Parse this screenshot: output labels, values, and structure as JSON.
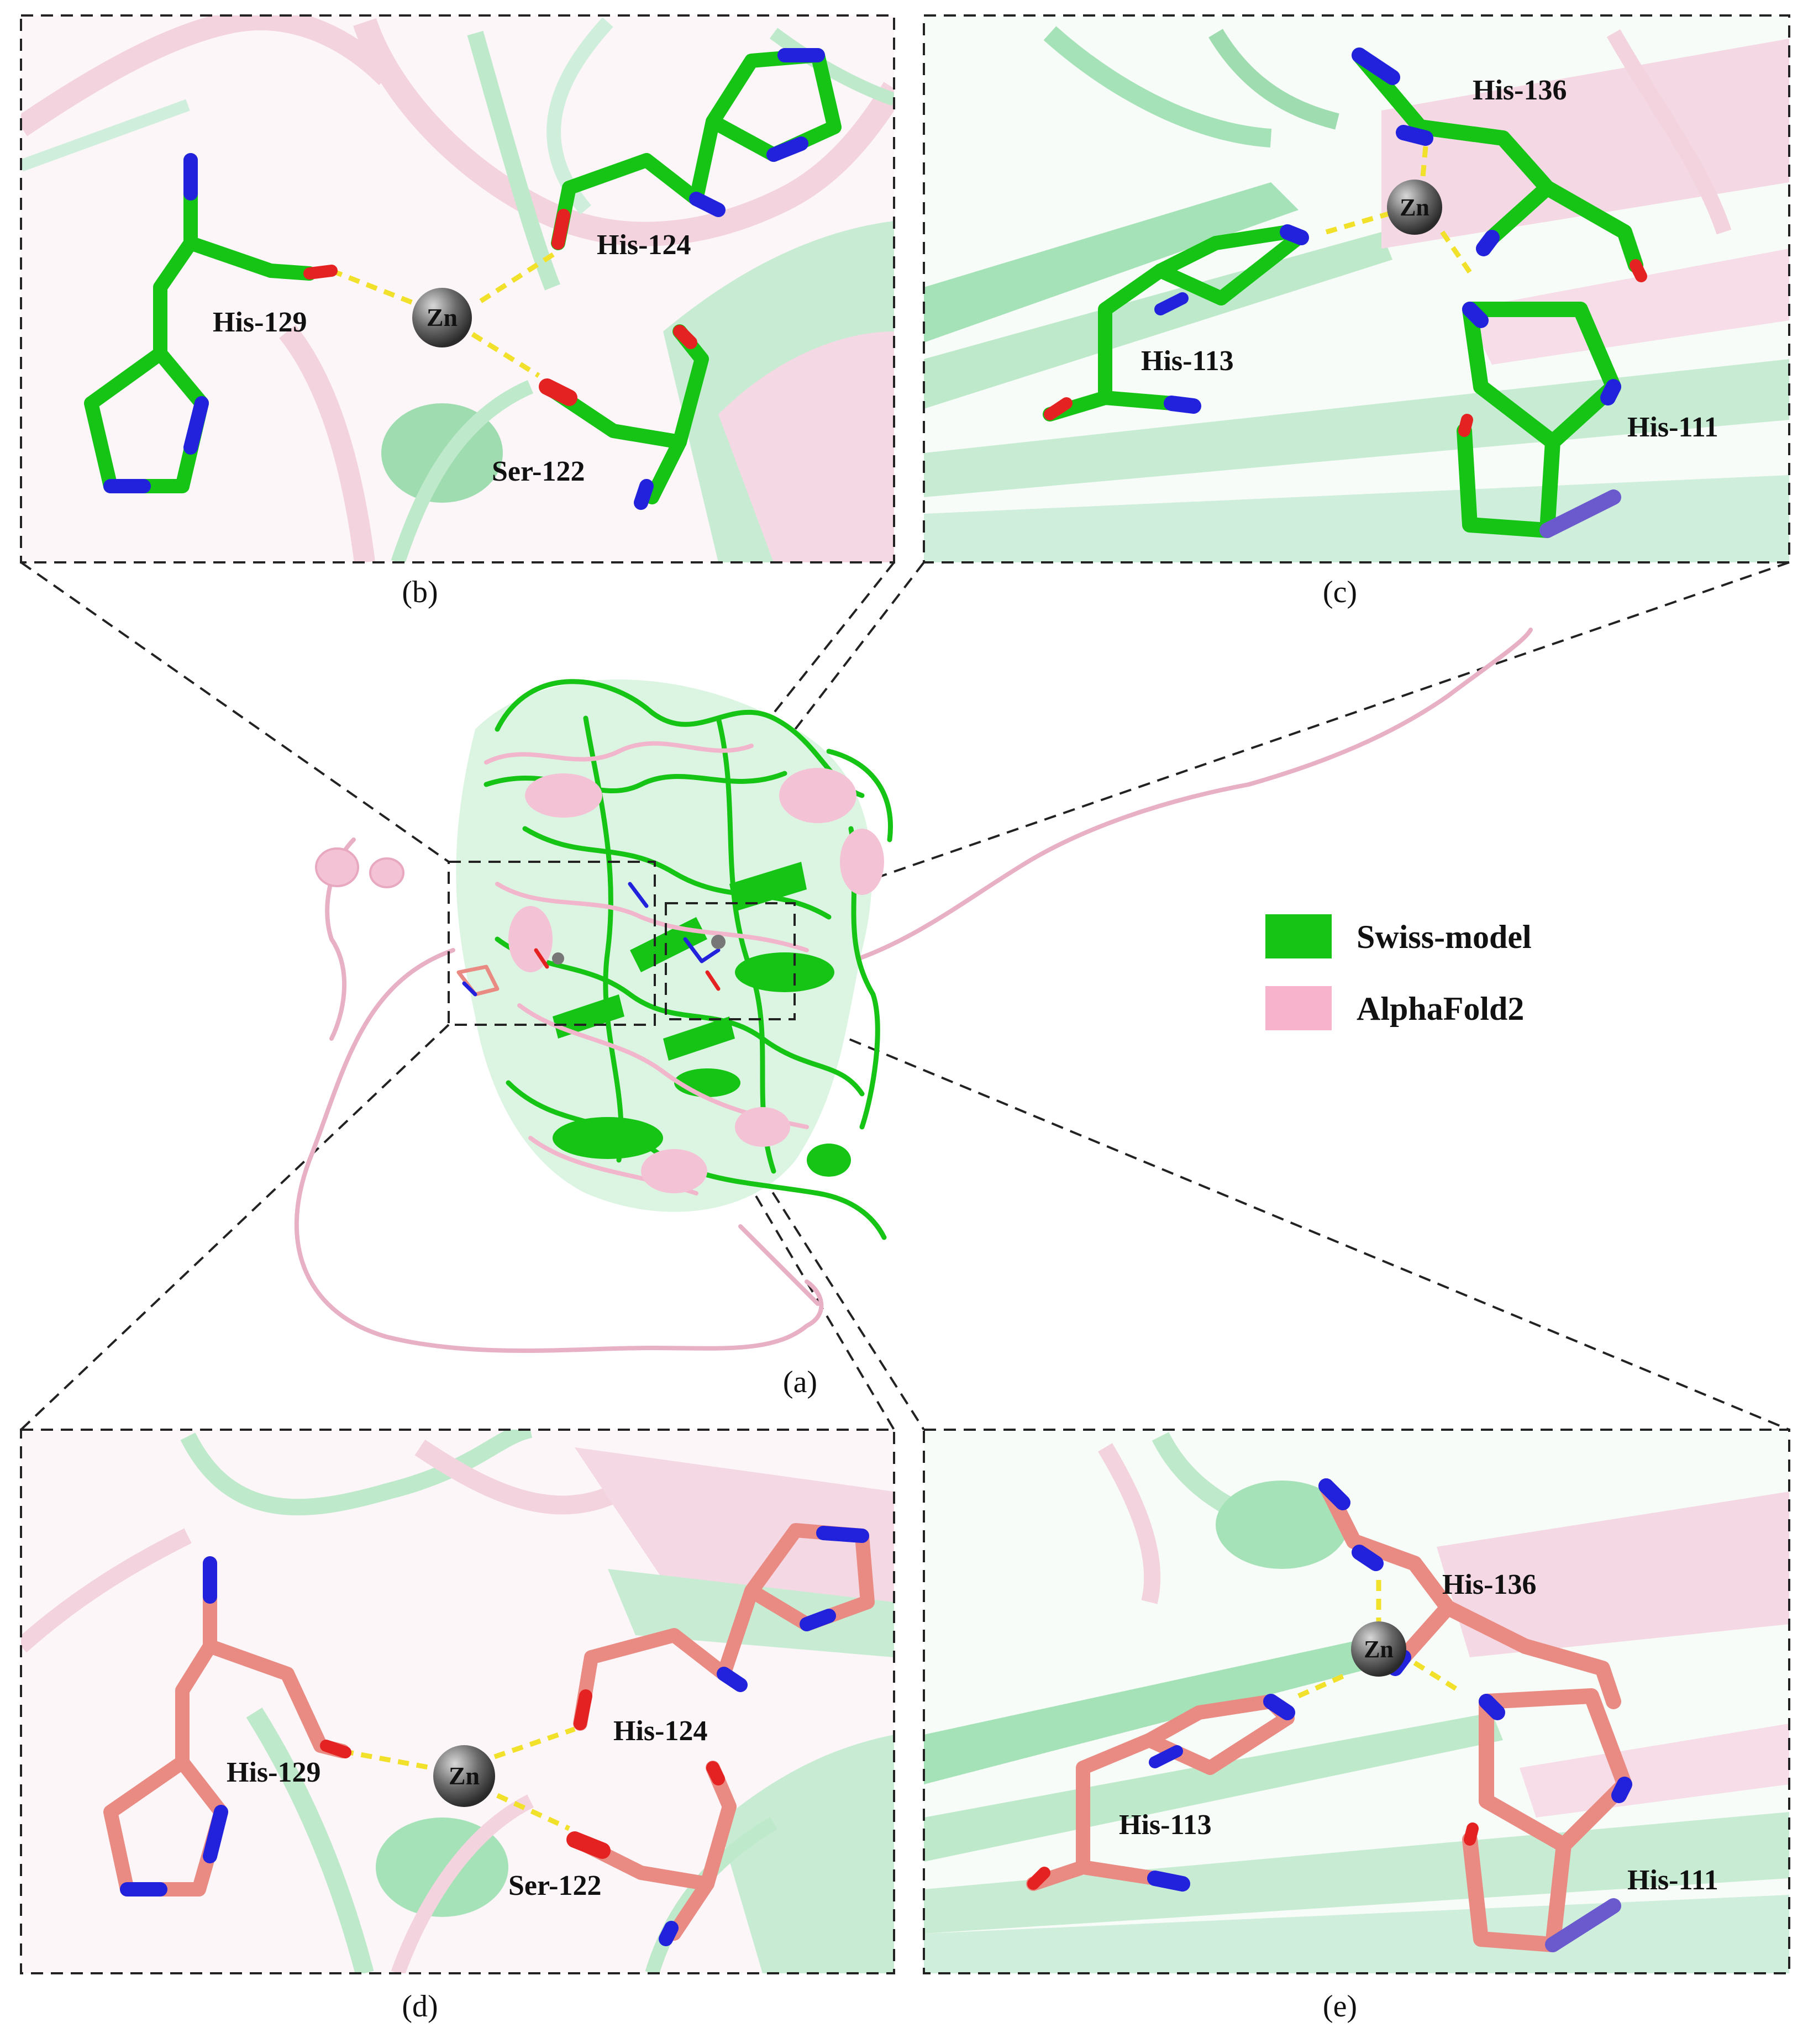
{
  "figure": {
    "colors": {
      "swiss": "#16c416",
      "swiss_light": "#9fe3b0",
      "alpha": "#f2c4d4",
      "alpha_light": "#f7dbe5",
      "alpha_stick": "#e98b82",
      "nitrogen": "#2222dd",
      "oxygen": "#e52222",
      "zinc": "#555555",
      "hbond": "#f1e12a",
      "frame": "#222222"
    },
    "legend": [
      {
        "label": "Swiss-model",
        "color": "#16c416"
      },
      {
        "label": "AlphaFold2",
        "color": "#f7b3cc"
      }
    ],
    "panels": {
      "a": {
        "caption": "(a)",
        "icon": "protein-overlay-cartoon"
      },
      "b": {
        "caption": "(b)",
        "zn": "Zn",
        "residues": [
          "His-124",
          "His-129",
          "Ser-122"
        ]
      },
      "c": {
        "caption": "(c)",
        "zn": "Zn",
        "residues": [
          "His-136",
          "His-113",
          "His-111"
        ]
      },
      "d": {
        "caption": "(d)",
        "zn": "Zn",
        "residues": [
          "His-124",
          "His-129",
          "Ser-122"
        ]
      },
      "e": {
        "caption": "(e)",
        "zn": "Zn",
        "residues": [
          "His-136",
          "His-113",
          "His-111"
        ]
      }
    }
  }
}
